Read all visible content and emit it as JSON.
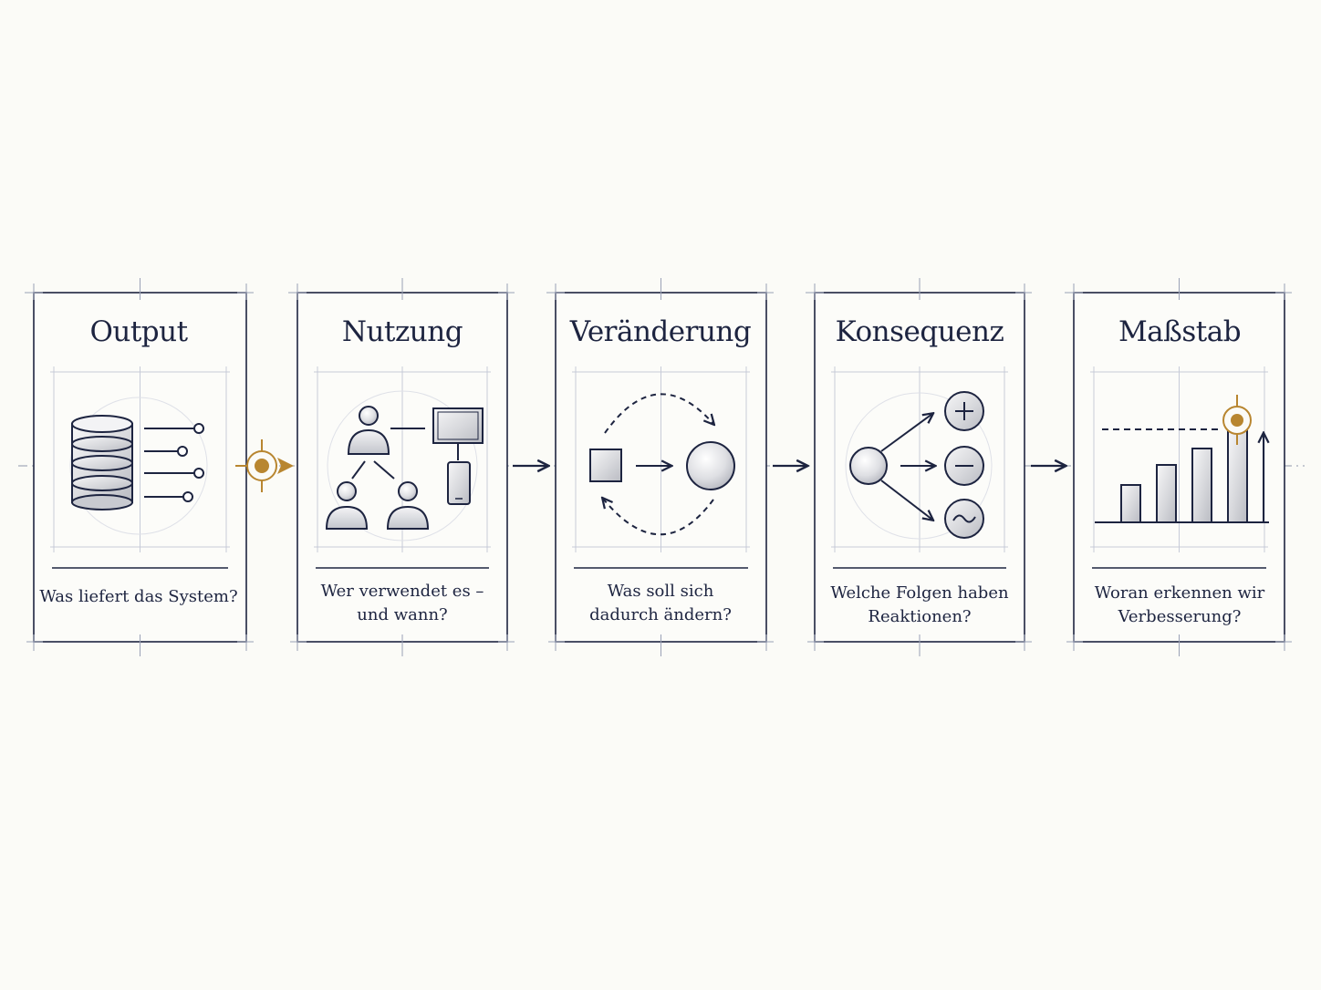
{
  "colors": {
    "ink": "#1d2440",
    "accent": "#b88630",
    "guide": "#aab0c2",
    "background": "#fbfbf7"
  },
  "steps": [
    {
      "title": "Output",
      "question_lines": [
        "Was liefert das System?"
      ],
      "icon": "database-icon"
    },
    {
      "title": "Nutzung",
      "question_lines": [
        "Wer verwendet es –",
        "und wann?"
      ],
      "icon": "users-devices-icon"
    },
    {
      "title": "Veränderung",
      "question_lines": [
        "Was soll sich",
        "dadurch ändern?"
      ],
      "icon": "transformation-cycle-icon"
    },
    {
      "title": "Konsequenz",
      "question_lines": [
        "Welche Folgen haben",
        "Reaktionen?"
      ],
      "icon": "branching-outcomes-icon"
    },
    {
      "title": "Maßstab",
      "question_lines": [
        "Woran erkennen wir",
        "Verbesserung?"
      ],
      "icon": "bar-chart-target-icon"
    }
  ],
  "connectors": [
    "target-arrow-icon",
    "arrow-right-icon",
    "arrow-right-icon",
    "arrow-right-icon"
  ]
}
